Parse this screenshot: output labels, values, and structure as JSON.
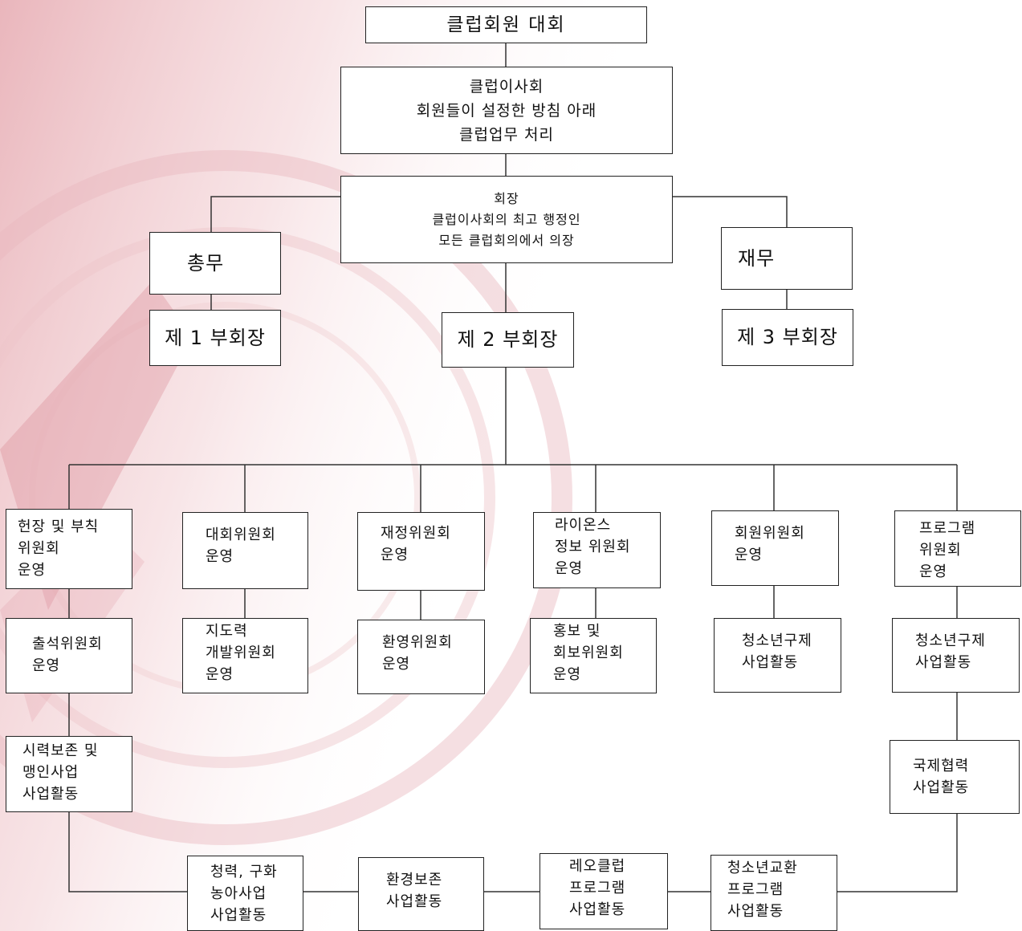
{
  "org_chart": {
    "club_assembly": "클럽회원 대회",
    "board": "클럽이사회\n회원들이 설정한 방침 아래\n클럽업무 처리",
    "president": "회장\n클럽이사회의 최고 행정인\n모든 클럽회의에서 의장",
    "secretary": "총무",
    "treasurer": "재무",
    "vp1": "제 1 부회장",
    "vp2": "제 2 부회장",
    "vp3": "제 3 부회장",
    "committees": [
      "헌장 및 부칙\n위원회\n운영",
      "대회위원회\n운영",
      "재정위원회\n운영",
      "라이온스\n정보 위원회\n운영",
      "회원위원회\n운영",
      "프로그램\n위원회\n운영"
    ],
    "sub_committees": [
      "출석위원회\n운영",
      "지도력\n개발위원회\n운영",
      "환영위원회\n운영",
      "홍보 및\n회보위원회\n운영",
      "청소년구제\n사업활동",
      "청소년구제\n사업활동"
    ],
    "sight": "시력보존 및\n맹인사업\n사업활동",
    "intl": "국제협력\n사업활동",
    "bottom_row": [
      "청력, 구화\n농아사업\n사업활동",
      "환경보존\n사업활동",
      "레오클럽\n프로그램\n사업활동",
      "청소년교환\n프로그램\n사업활동"
    ]
  }
}
